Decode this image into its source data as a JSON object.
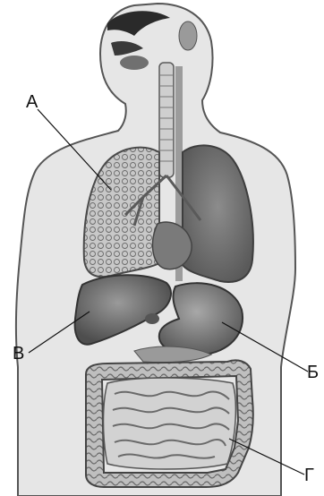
{
  "labels": {
    "a": "А",
    "b": "В",
    "c": "Б",
    "d": "Г"
  },
  "colors": {
    "skin": "#e4e4e4",
    "outline": "#4a4a4a",
    "organ_dark": "#5a5a5a",
    "organ_mid": "#8a8a8a",
    "organ_light": "#bdbdbd"
  }
}
